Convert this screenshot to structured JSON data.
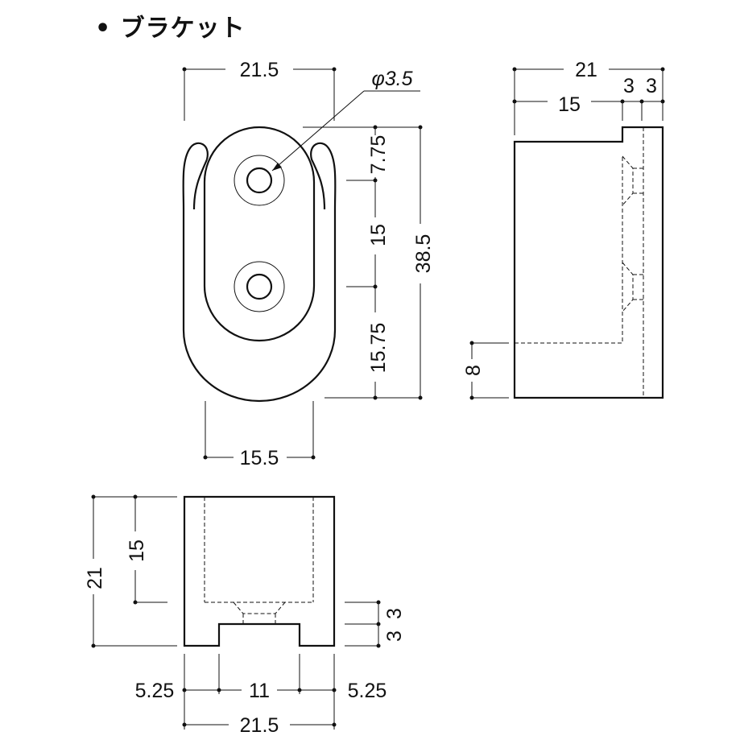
{
  "title": "• ブラケット",
  "front_view": {
    "width_top": "21.5",
    "hole_dia": "φ3.5",
    "dim_top_gap": "7.75",
    "dim_hole_pitch": "15",
    "dim_bottom_gap": "15.75",
    "dim_height": "38.5",
    "width_bottom": "15.5"
  },
  "side_view": {
    "width_total": "21",
    "width_main": "15",
    "step1": "3",
    "step2": "3",
    "height_low": "8"
  },
  "bottom_view": {
    "height_total": "21",
    "inner_depth": "15",
    "step1": "3",
    "step2": "3",
    "left_margin": "5.25",
    "slot_width": "11",
    "right_margin": "5.25",
    "width_total": "21.5"
  }
}
